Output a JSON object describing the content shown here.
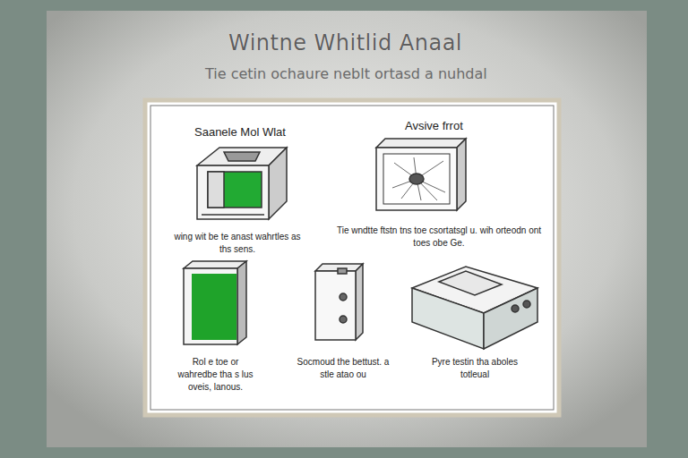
{
  "diagram": {
    "title": "Wintne Whitlid Anaal",
    "caption": "Tie cetin ochaure neblt ortasd a nuhdal",
    "labels": [
      "Saanele Mol Wlat",
      "wing wit be te anast wahrtles as ths sens.",
      "Avsive frrot",
      "Tie wndtte ftstn tns toe csortatsgl u. wih orteodn ont toes obe Ge.",
      "Rol e toe or wahredbe tha s lus oveis, lanous.",
      "Socmoud the bettust. a stle atao ou",
      "Pyre testin tha aboles totleual"
    ]
  }
}
